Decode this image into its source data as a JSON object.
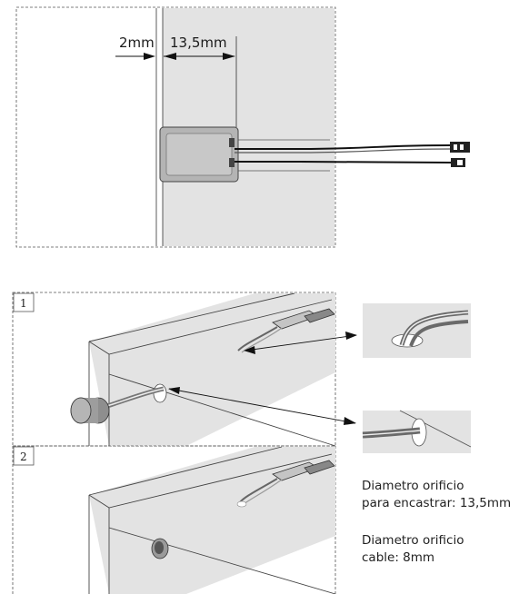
{
  "dimensions": {
    "gap": "2mm",
    "width": "13,5mm"
  },
  "steps": {
    "first": "1",
    "second": "2"
  },
  "notes": {
    "hole_line1": "Diametro orificio",
    "hole_line2": "para encastrar: 13,5mm",
    "cable_line1": "Diametro orificio",
    "cable_line2": "cable: 8mm"
  },
  "colors": {
    "panel": "#e2e2e2",
    "device": "#b5b5b5",
    "line": "#333333"
  }
}
